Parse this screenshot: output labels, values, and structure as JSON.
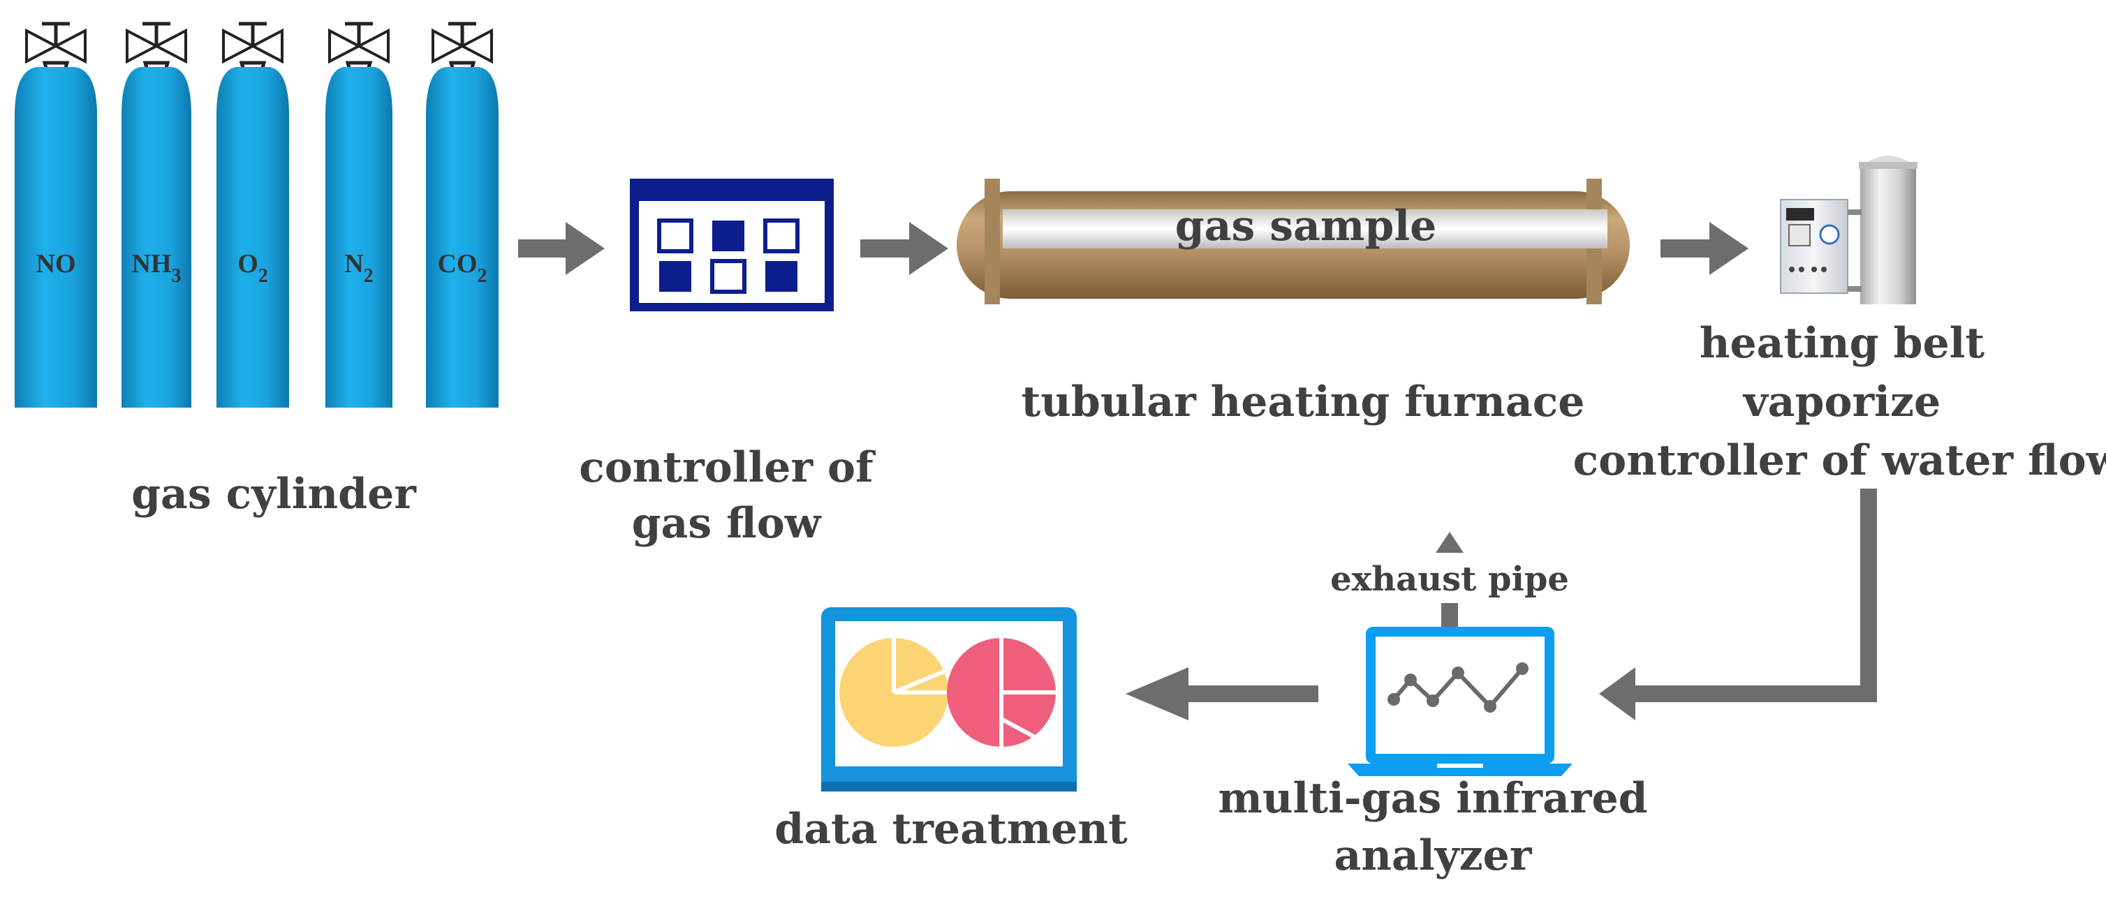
{
  "colors": {
    "cylinder": "#1aa3df",
    "cylinder_shade": "#0f86bf",
    "arrow": "#6d6d6d",
    "controller": "#0c1e8c",
    "furnace": "#b6976c",
    "laptop_blue": "#1593dc",
    "analyzer_blue": "#0b9ef2",
    "pie_yellow": "#fcd473",
    "pie_pink": "#ef5f7d",
    "text": "#404040"
  },
  "cylinders": [
    {
      "base": "NO",
      "sub": ""
    },
    {
      "base": "NH",
      "sub": "3"
    },
    {
      "base": "O",
      "sub": "2"
    },
    {
      "base": "N",
      "sub": "2"
    },
    {
      "base": "CO",
      "sub": "2"
    }
  ],
  "labels": {
    "gas_cylinder": "gas cylinder",
    "controller_gas_line1": "controller of",
    "controller_gas_line2": "gas flow",
    "gas_sample": "gas sample",
    "furnace": "tubular heating furnace",
    "heating_belt": "heating belt",
    "vaporize": "vaporize",
    "controller_water": "controller of water flow",
    "exhaust_pipe": "exhaust pipe",
    "analyzer_line1": "multi-gas infrared",
    "analyzer_line2": "analyzer",
    "data_treatment": "data treatment"
  }
}
